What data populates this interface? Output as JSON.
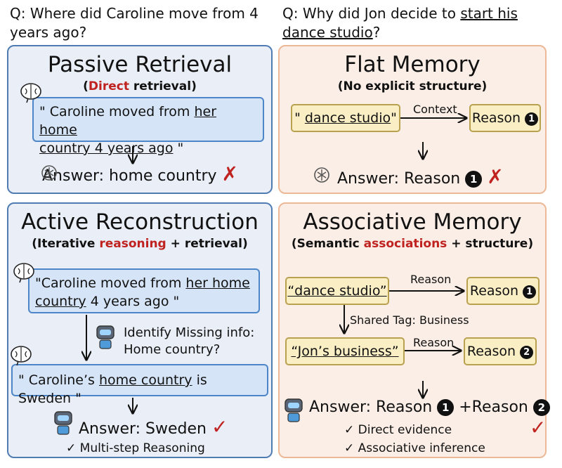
{
  "left_question": {
    "prefix": "Q: ",
    "text": "Where did Caroline move from 4 years ago?"
  },
  "right_question": {
    "prefix": "Q: ",
    "text_before": "Why did Jon decide to ",
    "underlined": "start his dance studio",
    "text_after": "?"
  },
  "passive_retrieval": {
    "title": "Passive Retrieval",
    "subtitle_open": "(",
    "subtitle_highlight": "Direct",
    "subtitle_rest": " retrieval)",
    "memory_quote_open": "\" Caroline moved from ",
    "memory_underlined_1": "her home",
    "memory_underlined_2": "country 4 years ago",
    "memory_quote_close": " \"",
    "answer": "Answer: home country",
    "result_mark": "✗"
  },
  "active_reconstruction": {
    "title": "Active Reconstruction",
    "subtitle_open": "(Iterative ",
    "subtitle_highlight": "reasoning",
    "subtitle_rest": " + retrieval)",
    "memory_1_open": "\"Caroline moved from ",
    "memory_1_underlined_a": "her home",
    "memory_1_underlined_b": "country",
    "memory_1_rest": " 4 years ago \"",
    "identify_line1": "Identify Missing info:",
    "identify_line2": "Home country?",
    "memory_2_open": "\" Caroline’s ",
    "memory_2_underlined": "home country",
    "memory_2_rest": " is Sweden \"",
    "answer": "Answer: Sweden",
    "result_mark": "✓",
    "check_item": "✓ Multi-step Reasoning"
  },
  "flat_memory": {
    "title": "Flat Memory",
    "subtitle": "(No explicit structure)",
    "node_open": "\" ",
    "node_underlined": "dance studio",
    "node_close": "\"",
    "edge_label": "Context",
    "reason_node": "Reason",
    "reason_num": "1",
    "answer_prefix": "Answer: Reason",
    "answer_num": "1",
    "result_mark": "✗"
  },
  "associative_memory": {
    "title": "Associative Memory",
    "subtitle_open": "(Semantic ",
    "subtitle_highlight": "associations",
    "subtitle_rest": " + structure)",
    "node_1": "“dance studio”",
    "edge_1_label": "Reason",
    "reason_1": "Reason",
    "reason_1_num": "1",
    "shared_tag": "Shared Tag: Business",
    "node_2": "“Jon’s business”",
    "edge_2_label": "Reason",
    "reason_2": "Reason",
    "reason_2_num": "2",
    "answer_prefix": "Answer: Reason",
    "answer_num_1": "1",
    "answer_mid": "+Reason",
    "answer_num_2": "2",
    "check_1": "✓ Direct evidence",
    "check_2": "✓ Associative inference",
    "result_mark": "✓"
  },
  "colors": {
    "blue_panel": "#e9eef7",
    "blue_border": "#4f7db3",
    "orange_panel": "#fbeee6",
    "orange_border": "#ecb896",
    "highlight_red": "#c0221f",
    "node_yellow": "#faeec5"
  },
  "icons": [
    "brain-icon",
    "openai-icon",
    "robot-icon",
    "cross-mark",
    "check-mark",
    "down-arrow",
    "right-arrow"
  ]
}
